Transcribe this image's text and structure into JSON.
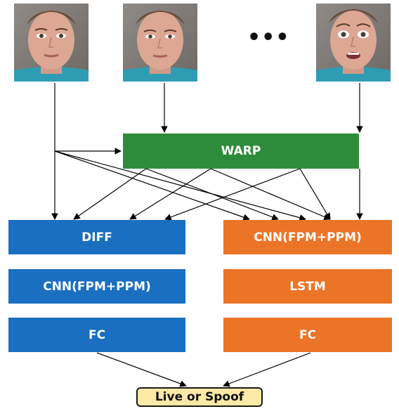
{
  "frames": [
    {
      "icon": "face-frame-1",
      "expression": "neutral"
    },
    {
      "icon": "face-frame-2",
      "expression": "neutral"
    },
    {
      "icon": "face-frame-n",
      "expression": "surprised"
    }
  ],
  "ellipsis": "•••",
  "warp": {
    "label": "WARP",
    "color": "#2e8b3b"
  },
  "left_branch": {
    "color": "#1a6fc0",
    "blocks": [
      "DIFF",
      "CNN(FPM+PPM)",
      "FC"
    ]
  },
  "right_branch": {
    "color": "#ec7427",
    "blocks": [
      "CNN(FPM+PPM)",
      "LSTM",
      "FC"
    ]
  },
  "output": {
    "label": "Live or Spoof",
    "color": "#fde9a6"
  }
}
